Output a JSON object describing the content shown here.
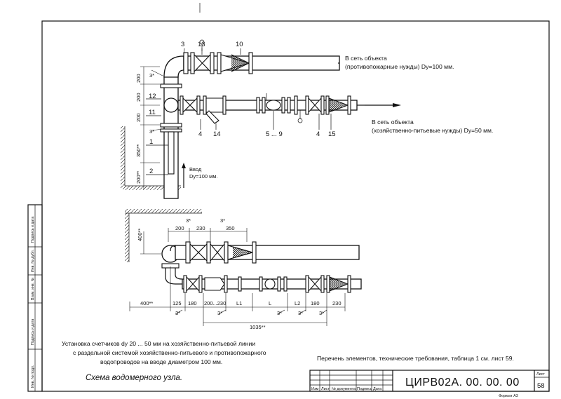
{
  "outlets": {
    "fire": {
      "line1": "В сеть объекта",
      "line2": "(противопожарные нужды) Dy=100 мм."
    },
    "domestic": {
      "line1": "В сеть объекта",
      "line2": "(хозяйственно-питьевые нужды) Dy=50 мм."
    }
  },
  "inlet": {
    "line1": "Ввод",
    "line2": "Dy=100 мм."
  },
  "position_labels": {
    "p3": "3",
    "p13": "13",
    "p10": "10",
    "p12": "12",
    "p11": "11",
    "p1": "1",
    "p2": "2",
    "p4a": "4",
    "p14": "14",
    "p5_9": "5 ... 9",
    "p4b": "4",
    "p15": "15"
  },
  "top_dimensions": {
    "v200a": "200",
    "v200b": "200",
    "v200c": "200",
    "v350": "350**",
    "v200d": "200**",
    "star_a": "3*",
    "star_b": "3*"
  },
  "plan_dimensions": {
    "d200": "200",
    "d230": "230",
    "d350": "350",
    "star_a": "3*",
    "star_b": "3*",
    "v400": "400**",
    "b400": "400**",
    "b125": "125",
    "b180a": "180",
    "b200_230": "200...230",
    "bL1": "L1",
    "bL": "L",
    "bL2": "L2",
    "b180b": "180",
    "b230": "230",
    "s1": "3*",
    "s2": "3*",
    "s3": "3*",
    "s4": "3*",
    "s5": "3*",
    "b1035": "1035**"
  },
  "caption": {
    "line1": "Установка счетчиков dy 20 ... 50 мм  на хозяйственно-питьевой линии",
    "line2": "с раздельной  системой хозяйственно-питьевого и противопожарного",
    "line3": "водопроводов на вводе диаметром 100 мм.",
    "title": "Схема водомерного узла."
  },
  "reference_note": "Перечень элементов, технические требования, таблица 1 см. лист 59.",
  "stamp": {
    "headers": [
      "Изм",
      "Лист",
      "№ документа",
      "Подпись",
      "Дата"
    ],
    "code": "ЦИРВ02А. 00. 00. 00",
    "sheet_label": "Лист",
    "sheet_number": "58",
    "format": "Формат А3"
  },
  "side_stamp": [
    "Подпись и дата",
    "Инв. № дубл.",
    "Взам. инв. №",
    "Подпись и дата",
    "Инв. № подл."
  ]
}
